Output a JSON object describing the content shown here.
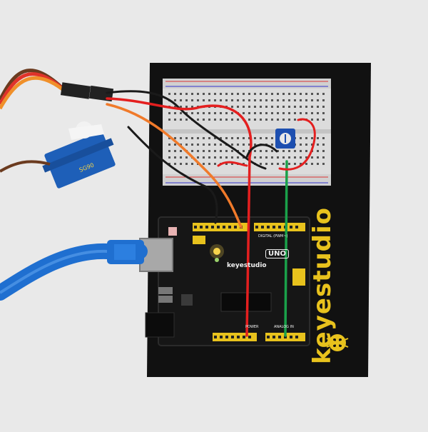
{
  "photo": {
    "brand_text": "keyestudio",
    "board_brand_text": "keyestudio",
    "board_model_text": "UNO",
    "board_power_label": "POWER",
    "board_analog_label": "ANALOG IN",
    "board_digital_label": "DIGITAL (PWM~)"
  },
  "colors": {
    "background": "#e9e9e9",
    "acrylic_plate": "#111111",
    "breadboard": "#dcdcdc",
    "board": "#161616",
    "header_yellow": "#e8c21d",
    "usb_cable": "#1f6fd0",
    "servo_blue": "#1e5fb8",
    "wire_red": "#e41f1f",
    "wire_orange": "#f07a2a",
    "wire_green": "#1aa14a",
    "wire_black": "#1a1a1a"
  },
  "icons": [
    "servo-motor-icon",
    "potentiometer-icon",
    "usb-connector-icon",
    "bug-logo-icon"
  ]
}
